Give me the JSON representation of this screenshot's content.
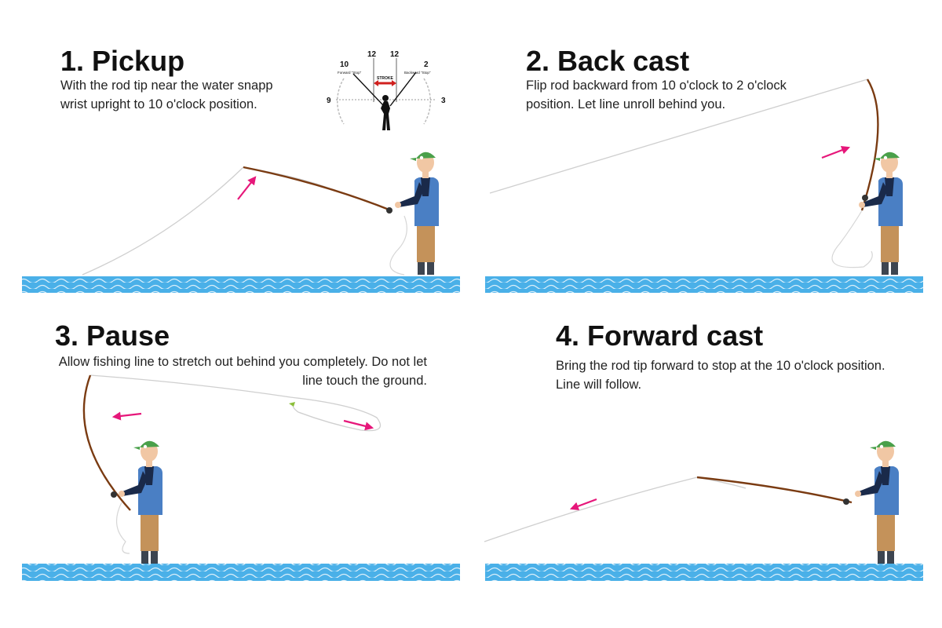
{
  "steps": [
    {
      "title": "1. Pickup",
      "description": "With the rod tip near the water snapp wrist upright to 10 o'clock position."
    },
    {
      "title": "2. Back cast",
      "description": "Flip rod backward from 10 o'clock to 2 o'clock position. Let line unroll behind you."
    },
    {
      "title": "3. Pause",
      "description": "Allow fishing line to stretch out behind you completely. Do not let line touch the ground."
    },
    {
      "title": "4. Forward cast",
      "description": "Bring the rod tip forward to stop at the 10 o'clock position. Line will follow."
    }
  ],
  "clock_diagram": {
    "label_10": "10",
    "label_12_left": "12",
    "label_12_right": "12",
    "label_2": "2",
    "label_9": "9",
    "label_3": "3",
    "forward_stop": "Forward \"Stop\"",
    "backward_stop": "Backward \"Stop\"",
    "stroke": "STROKE"
  },
  "colors": {
    "arrow": "#e6177a",
    "water": "#3aa3e0",
    "water_light": "#7cc7f0",
    "rod": "#7a3b12",
    "line": "#c9c9c9",
    "vest": "#4a7fc4",
    "cap": "#4aa04a",
    "pants": "#c4925a",
    "skin": "#f1c7a4",
    "stroke_arrow": "#d0201e"
  }
}
